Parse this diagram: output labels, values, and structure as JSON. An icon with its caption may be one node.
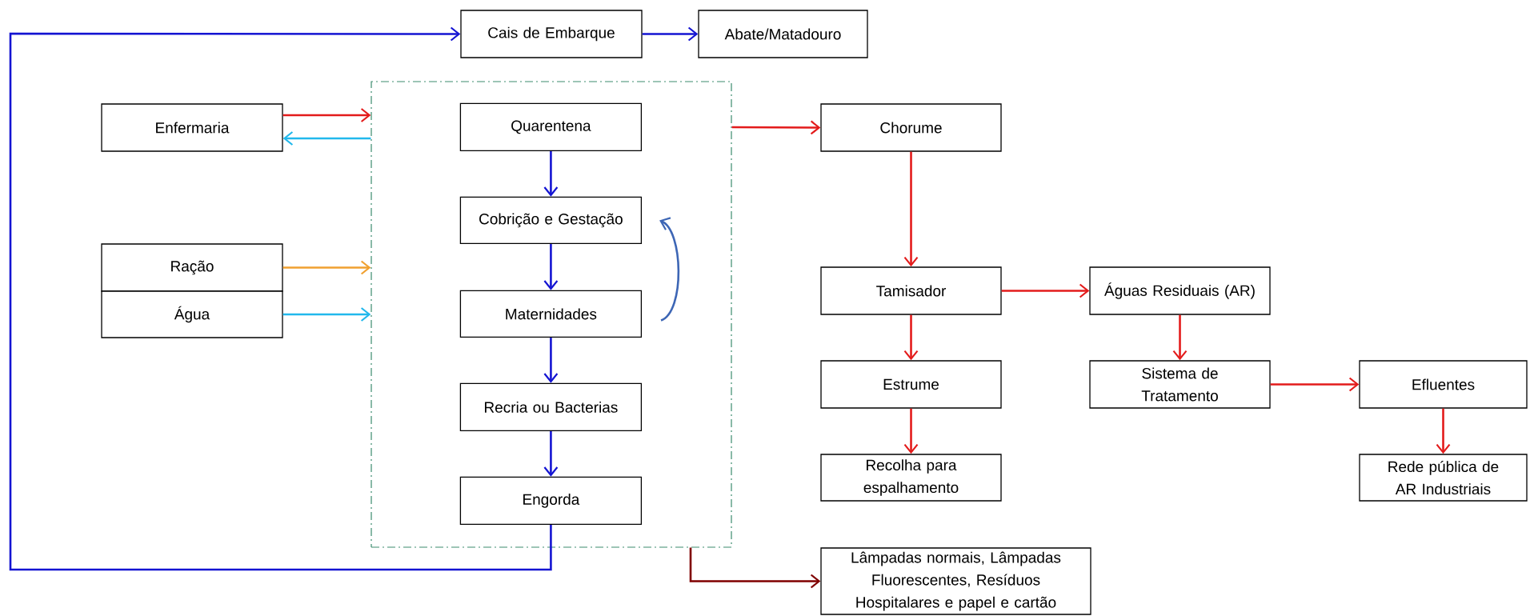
{
  "diagram": {
    "nodes": [
      {
        "text": [
          "Cais de Embarque"
        ]
      },
      {
        "text": [
          "Abate/Matadouro"
        ]
      },
      {
        "text": [
          "Enfermaria"
        ]
      },
      {
        "text": [],
        "shape": "box"
      },
      {
        "text": [
          "Quarentena"
        ],
        "in": 3
      },
      {
        "text": [
          "Cobrição e Gestação"
        ],
        "in": 3
      },
      {
        "text": [
          "Ração"
        ]
      },
      {
        "text": [
          "Água"
        ]
      },
      {
        "text": [
          "Maternidades"
        ],
        "in": 3
      },
      {
        "text": [
          "Recria ou Bacterias"
        ],
        "in": 3
      },
      {
        "text": [
          "Engorda"
        ],
        "in": 3
      },
      {
        "text": [
          "Chorume"
        ]
      },
      {
        "text": [
          "Tamisador"
        ]
      },
      {
        "text": [
          "Águas Residuais (AR)"
        ]
      },
      {
        "text": [
          "Estrume"
        ]
      },
      {
        "text": [
          "Sistema de Tratamento"
        ]
      },
      {
        "text": [
          "Efluentes"
        ]
      },
      {
        "text": [
          "Recolha para espalhamento"
        ]
      },
      {
        "text": [
          "Rede pública de AR Industriais"
        ]
      },
      {
        "text": [
          "Lâmpadas normais, Lâmpadas Fluorescentes, Resíduos Hospitalares e papel e cartão"
        ]
      }
    ],
    "edges": [
      {
        "from": 0,
        "to": 1,
        "arrow": "to",
        "color": "#1414d2"
      },
      {
        "from": 2,
        "to": 3,
        "arrow": "to"
      },
      {
        "from": 3,
        "to": 2,
        "arrow": "to",
        "color": "#22b8ec"
      },
      {
        "from": 6,
        "to": 3,
        "arrow": "to",
        "color": "#f0a030"
      },
      {
        "from": 7,
        "to": 3,
        "arrow": "to",
        "color": "#22b8ec"
      },
      {
        "from": 4,
        "to": 5,
        "arrow": "to",
        "color": "#1414d2"
      },
      {
        "from": 5,
        "to": 8,
        "arrow": "to",
        "color": "#1414d2"
      },
      {
        "from": 8,
        "to": 5,
        "arrow": "to",
        "color": "#3d66b5"
      },
      {
        "from": 8,
        "to": 9,
        "arrow": "to",
        "color": "#1414d2"
      },
      {
        "from": 9,
        "to": 10,
        "arrow": "to",
        "color": "#1414d2"
      },
      {
        "from": 10,
        "to": 0,
        "arrow": "to",
        "color": "#1414d2"
      },
      {
        "from": 3,
        "to": 11,
        "arrow": "to"
      },
      {
        "from": 11,
        "to": 12,
        "arrow": "to"
      },
      {
        "from": 12,
        "to": 13,
        "arrow": "to"
      },
      {
        "from": 12,
        "to": 14,
        "arrow": "to"
      },
      {
        "from": 13,
        "to": 15,
        "arrow": "to"
      },
      {
        "from": 14,
        "to": 17,
        "arrow": "to"
      },
      {
        "from": 15,
        "to": 16,
        "arrow": "to"
      },
      {
        "from": 16,
        "to": 18,
        "arrow": "to"
      },
      {
        "from": 3,
        "to": 19,
        "arrow": "to",
        "color": "#800000"
      }
    ]
  }
}
